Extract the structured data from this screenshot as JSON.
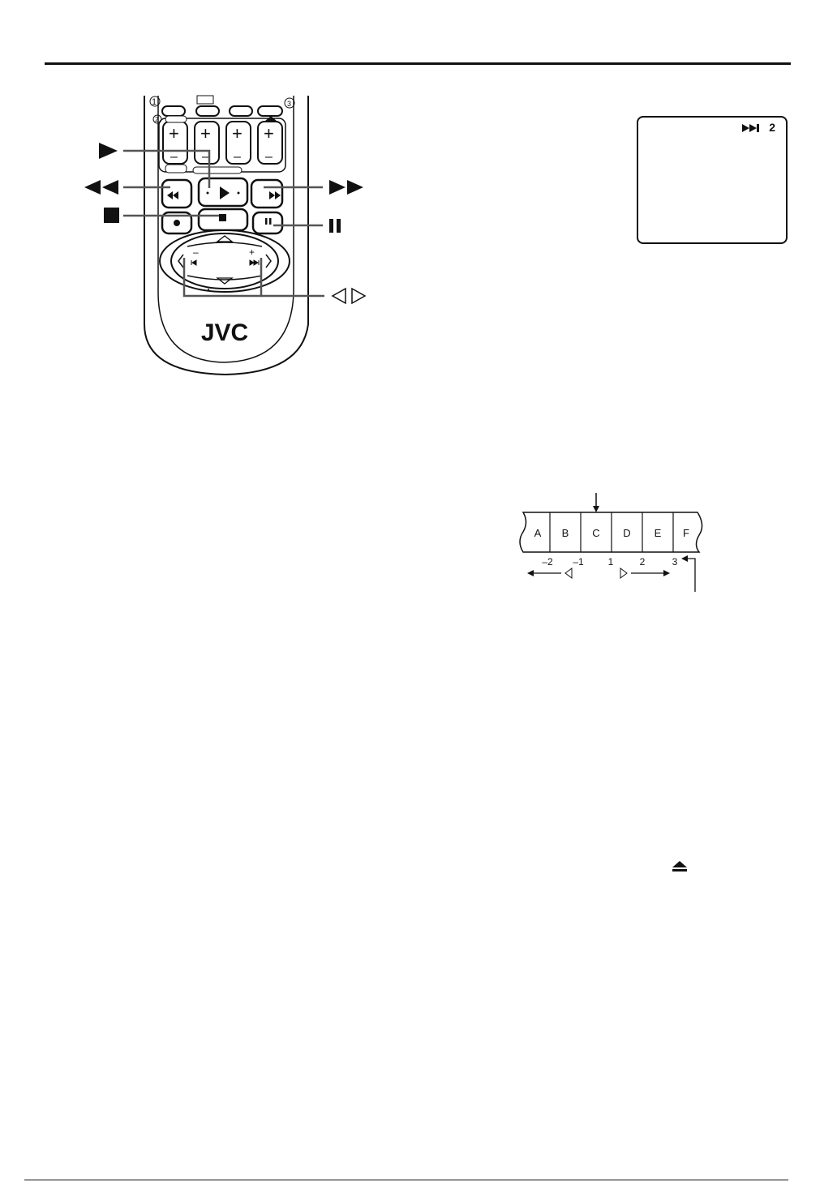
{
  "brand": {
    "logo_text": "JVC"
  },
  "remote": {
    "top_button_icons": [
      "clock-help-icon"
    ],
    "circled_numbers": [
      "1",
      "2",
      "3"
    ],
    "plus_sign": "+",
    "minus_sign": "–",
    "nav_minus": "–",
    "nav_plus": "+"
  },
  "callouts": {
    "play": "play-icon",
    "rewind": "rewind-icon",
    "fast_forward": "fast-forward-icon",
    "stop": "stop-icon",
    "pause": "pause-icon",
    "skip": "skip-left-right-icon"
  },
  "screen_display": {
    "skip_indicator": "2",
    "skip_icon": "skip-forward-icon"
  },
  "index_strip": {
    "frames": [
      "A",
      "B",
      "C",
      "D",
      "E",
      "F"
    ],
    "numbers": [
      "–2",
      "–1",
      "1",
      "2",
      "3"
    ]
  },
  "eject": {
    "icon": "eject-icon"
  }
}
